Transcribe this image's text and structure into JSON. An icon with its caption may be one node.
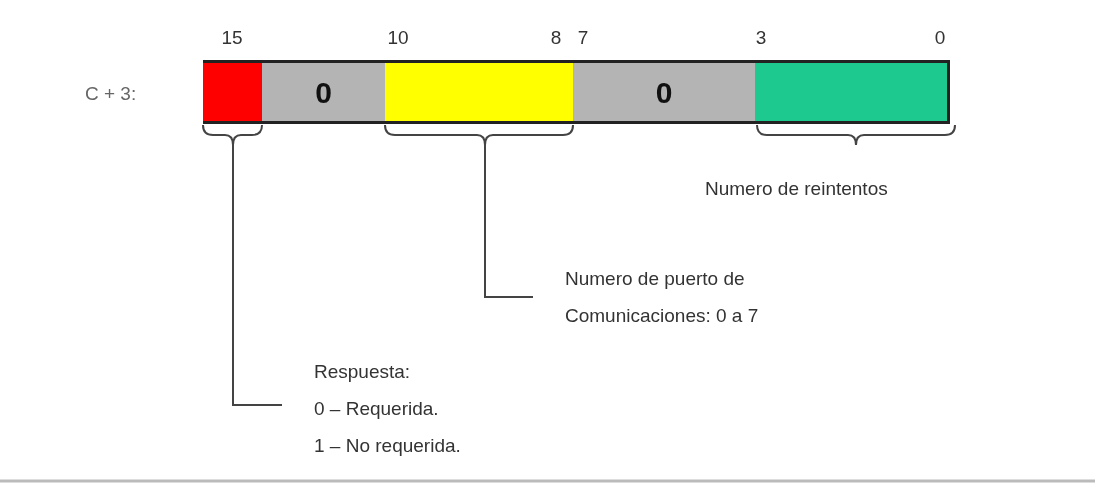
{
  "diagram": {
    "nodes": [
      {
        "text": [],
        "shape": "box"
      },
      {
        "text": [
          "0"
        ]
      },
      {
        "text": [],
        "shape": "box"
      },
      {
        "text": [
          "0"
        ]
      },
      {
        "text": [],
        "shape": "box"
      },
      {
        "text": [
          "Numero de puerto de Comunicaciones: 0 a 7"
        ]
      },
      {
        "text": [
          "Respuesta:",
          "0 – Requerida.",
          "1 – No requerida."
        ]
      }
    ],
    "edges": [
      {
        "from": 5,
        "to": 2,
        "arrow": "none"
      },
      {
        "from": 6,
        "to": 0,
        "arrow": "none"
      }
    ],
    "labels": [
      "15",
      "10",
      "8",
      "7",
      "3",
      "0",
      "C + 3:",
      "Numero de reintentos"
    ]
  }
}
